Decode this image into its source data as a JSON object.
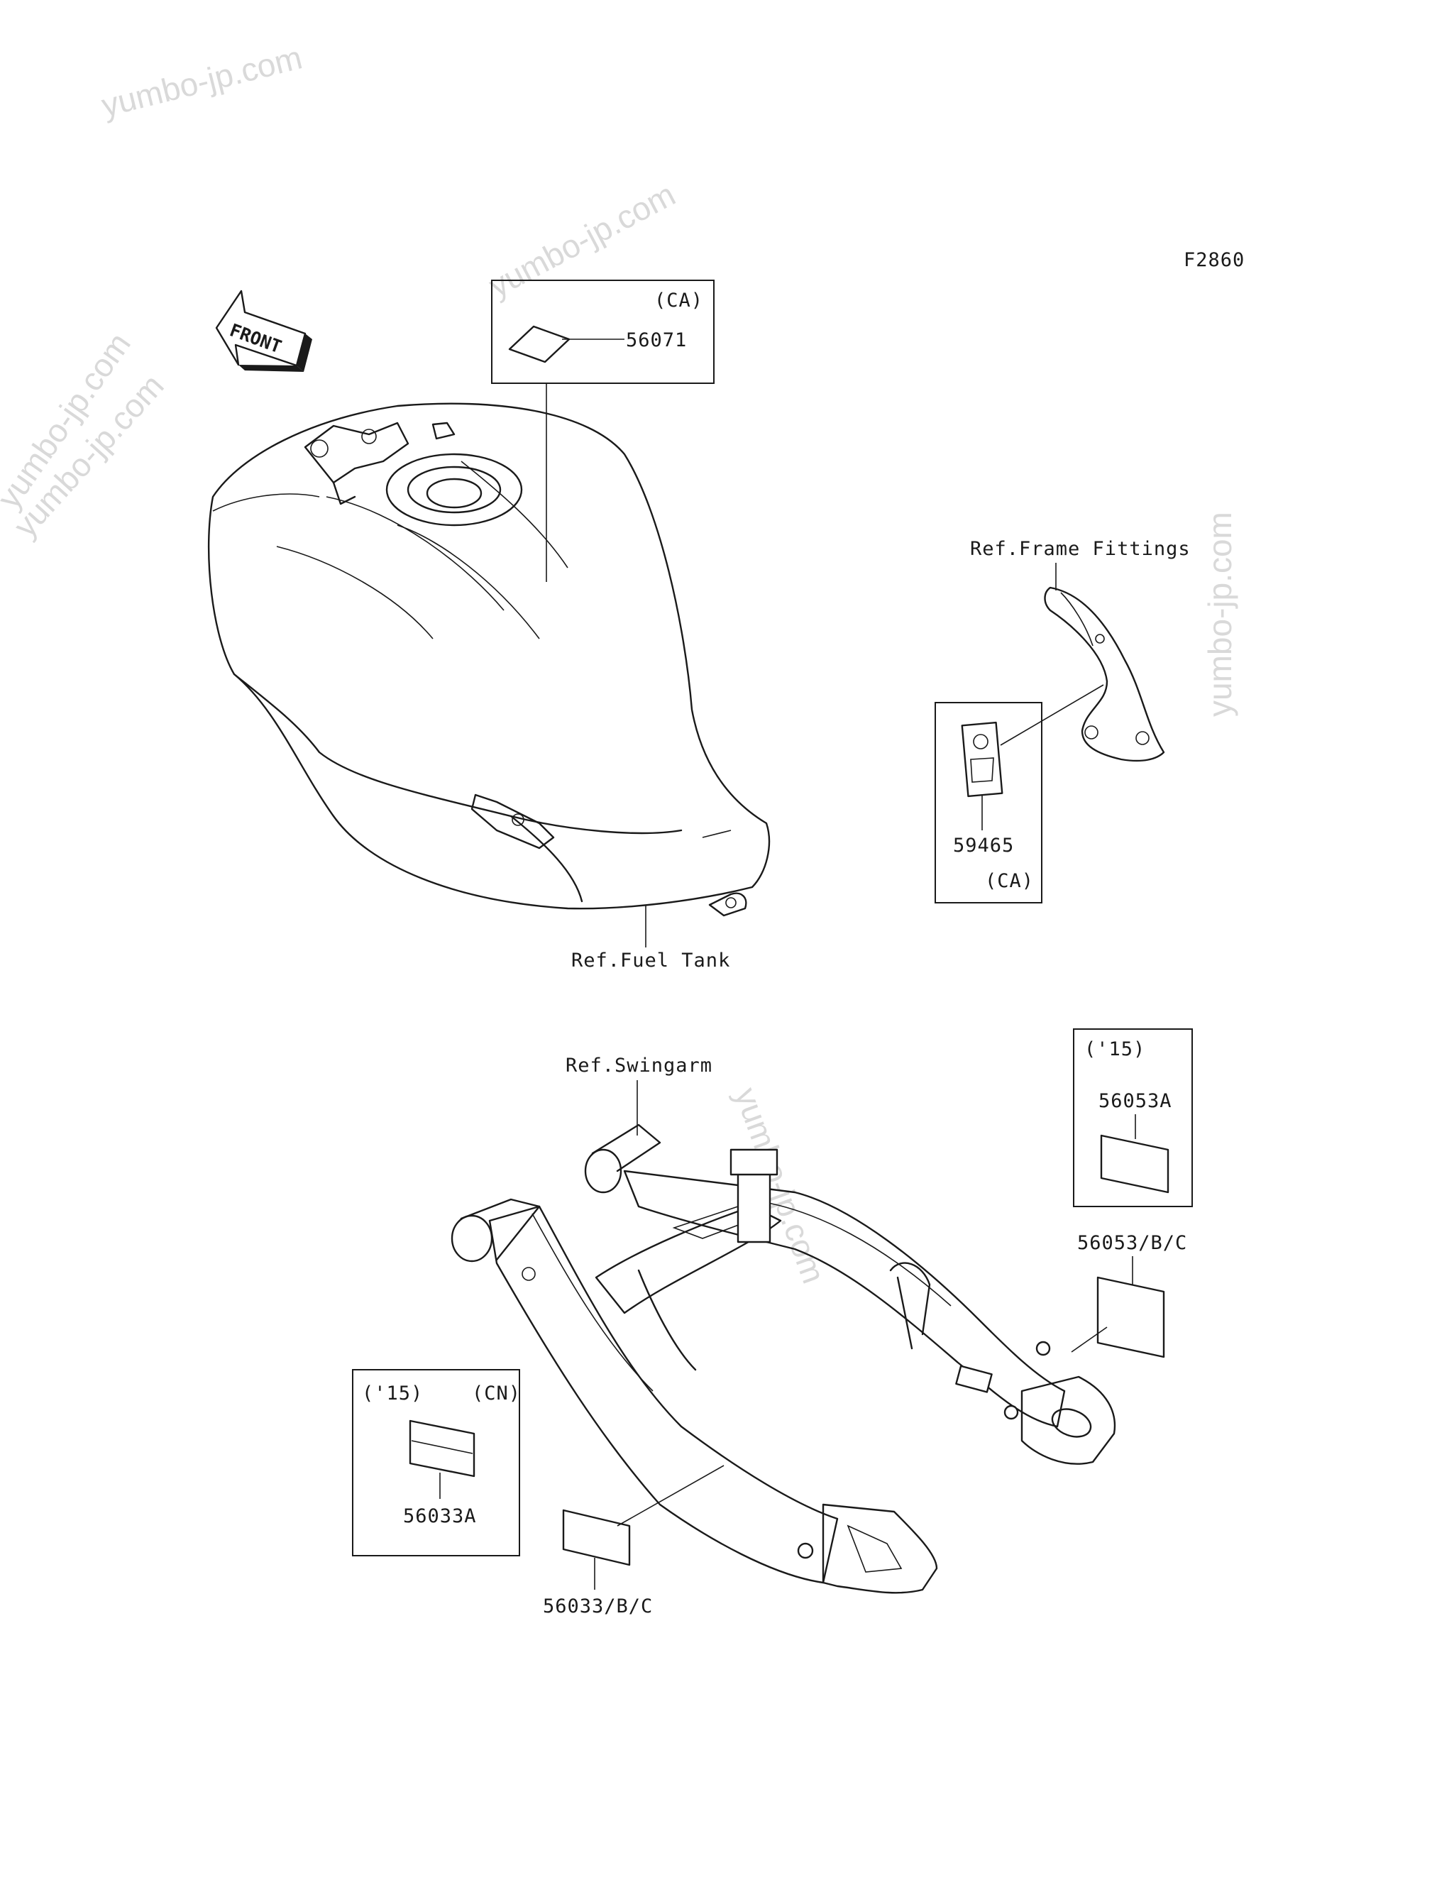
{
  "figure_code": "F2860",
  "front_arrow_label": "FRONT",
  "watermark_text": "yumbo-jp.com",
  "references": {
    "fuel_tank": "Ref.Fuel Tank",
    "frame_fittings": "Ref.Frame Fittings",
    "swingarm": "Ref.Swingarm"
  },
  "parts": [
    {
      "id": "56071",
      "qualifiers": [
        "(CA)"
      ]
    },
    {
      "id": "59465",
      "qualifiers": [
        "(CA)"
      ]
    },
    {
      "id": "56053A",
      "qualifiers": [
        "('15)"
      ]
    },
    {
      "id": "56053/B/C",
      "qualifiers": []
    },
    {
      "id": "56033A",
      "qualifiers": [
        "('15)",
        "(CN)"
      ]
    },
    {
      "id": "56033/B/C",
      "qualifiers": []
    }
  ],
  "colors": {
    "line": "#1a1a1a",
    "watermark": "#d9d9d9",
    "background": "#ffffff"
  }
}
